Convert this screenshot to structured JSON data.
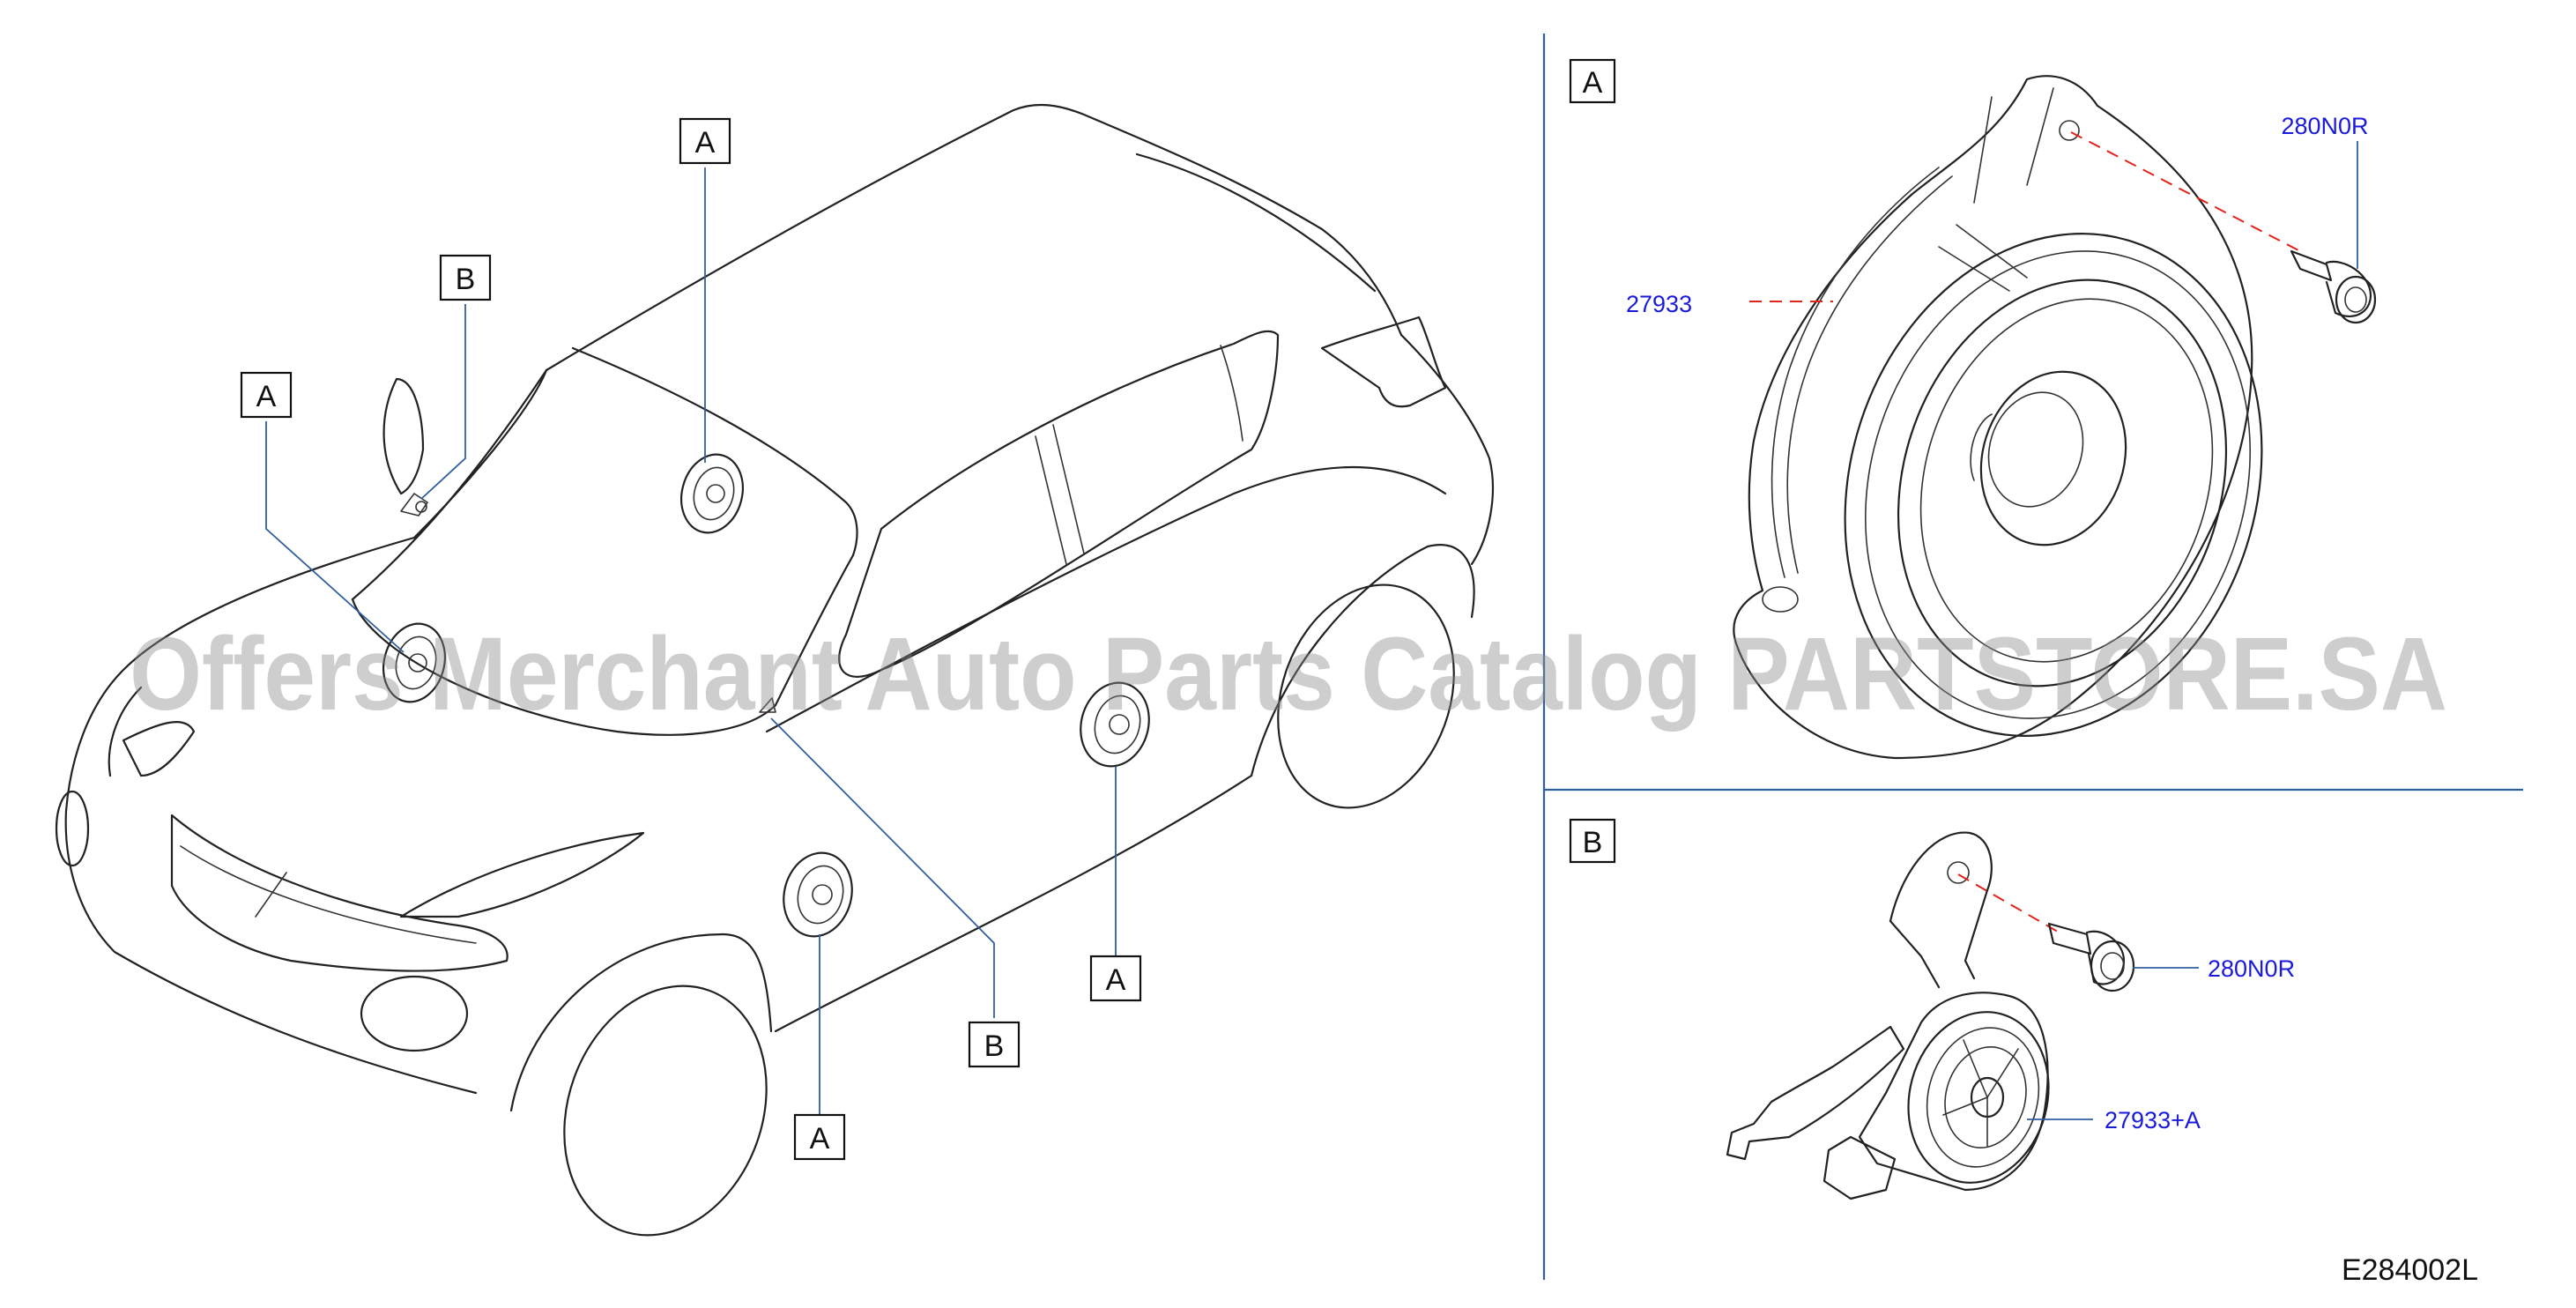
{
  "diagram": {
    "callouts": {
      "roof_a": "A",
      "mirror_b": "B",
      "front_a": "A",
      "side_rear_a": "A",
      "pillar_b": "B",
      "door_a": "A"
    },
    "panel_a": {
      "label": "A",
      "part_speaker": "27933",
      "part_screw": "280N0R"
    },
    "panel_b": {
      "label": "B",
      "part_screw": "280N0R",
      "part_tweeter": "27933+A"
    },
    "drawing_code": "E284002L",
    "watermark": "Offers Merchant Auto Parts Catalog PARTSTORE.SA"
  }
}
